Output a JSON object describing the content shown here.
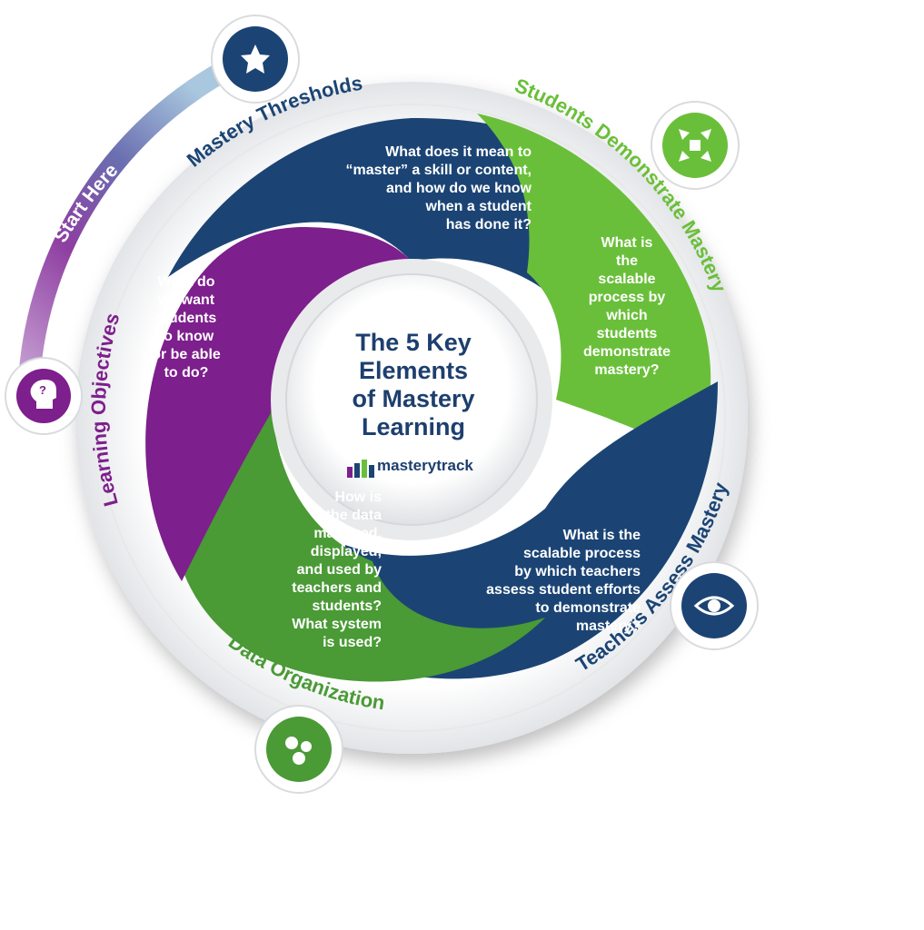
{
  "title": "The 5 Key Elements\nof Mastery\nLearning",
  "brand": "masterytrack",
  "start_label": "Start Here",
  "elements": [
    {
      "key": "learning",
      "label": "Learning Objectives",
      "question": "What do\nwe want\nstudents\nto know\nor be able\nto do?",
      "color": "#7d1f8c",
      "icon": "head-question-icon"
    },
    {
      "key": "mastery",
      "label": "Mastery Thresholds",
      "question": "What does it mean to\n“master” a skill or content,\nand how do we know\nwhen a student\nhas done it?",
      "color": "#1b4474",
      "icon": "star-icon"
    },
    {
      "key": "demo",
      "label": "Students Demonstrate Mastery",
      "question": "What is\nthe\nscalable\nprocess by\nwhich\nstudents\ndemonstrate\nmastery?",
      "color": "#6abf3a",
      "icon": "arrows-out-icon"
    },
    {
      "key": "assess",
      "label": "Teachers Assess Mastery",
      "question": "What is the\nscalable process\nby which teachers\nassess student efforts\nto demonstrate\nmastery?",
      "color": "#1b4474",
      "icon": "eye-icon"
    },
    {
      "key": "data",
      "label": "Data Organization",
      "question": "How is\nthe data\nmanaged,\ndisplayed,\nand used by\nteachers and\nstudents?\nWhat system\nis used?",
      "color": "#4a9a36",
      "icon": "gears-icon"
    }
  ]
}
